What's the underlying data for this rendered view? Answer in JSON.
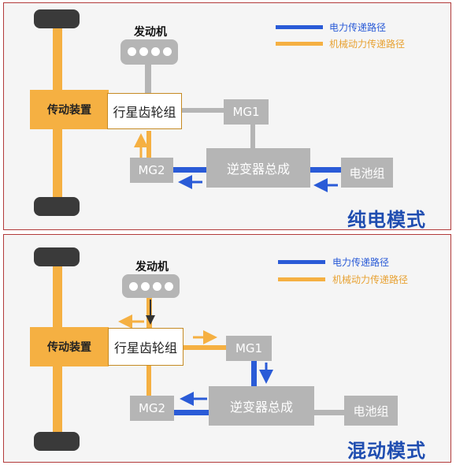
{
  "panels": [
    {
      "engine_label": "发动机",
      "transmission_label": "传动装置",
      "planetary_label": "行星齿轮组",
      "mg1_label": "MG1",
      "mg2_label": "MG2",
      "inverter_label": "逆变器总成",
      "battery_label": "电池组",
      "legend_electric": "电力传递路径",
      "legend_mechanical": "机械动力传递路径",
      "mode_title": "纯电模式"
    },
    {
      "engine_label": "发动机",
      "transmission_label": "传动装置",
      "planetary_label": "行星齿轮组",
      "mg1_label": "MG1",
      "mg2_label": "MG2",
      "inverter_label": "逆变器总成",
      "battery_label": "电池组",
      "legend_electric": "电力传递路径",
      "legend_mechanical": "机械动力传递路径",
      "mode_title": "混动模式"
    }
  ],
  "colors": {
    "electric": "#2a5bd7",
    "mechanical": "#f5b042",
    "component": "#b5b5b5",
    "mode_title": "#1f4db0"
  }
}
